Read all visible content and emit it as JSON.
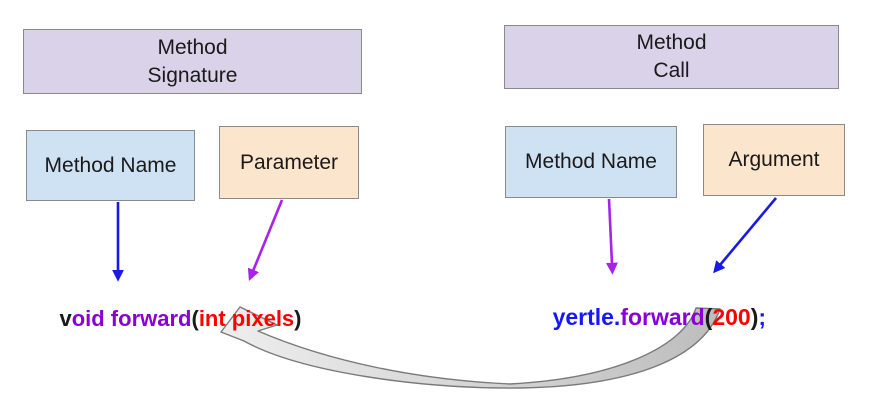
{
  "signature_group": {
    "title_line1": "Method",
    "title_line2": "Signature",
    "method_name_label": "Method Name",
    "parameter_label": "Parameter",
    "code_segments": [
      {
        "text": "v",
        "color": "#1a1a1a"
      },
      {
        "text": "oid forward",
        "color": "#8800d4"
      },
      {
        "text": "(",
        "color": "#1a1a1a"
      },
      {
        "text": "int pixels",
        "color": "#ff0000"
      },
      {
        "text": ")",
        "color": "#1a1a1a"
      }
    ]
  },
  "call_group": {
    "title_line1": "Method",
    "title_line2": "Call",
    "method_name_label": "Method Name",
    "argument_label": "Argument",
    "code_segments": [
      {
        "text": "yertle.",
        "color": "#1616ff"
      },
      {
        "text": "forward",
        "color": "#8800d4"
      },
      {
        "text": "(",
        "color": "#1a1a1a"
      },
      {
        "text": "200",
        "color": "#ff0000"
      },
      {
        "text": ")",
        "color": "#1a1a1a"
      },
      {
        "text": ";",
        "color": "#1616ff"
      }
    ]
  },
  "colors": {
    "box_lavender": "#d9d2e9",
    "box_blue": "#cfe2f3",
    "box_peach": "#fce5cd",
    "box_border": "#8a8a8a",
    "arrow_blue": "#1a1ae6",
    "arrow_purple": "#a722ea",
    "swoosh_light": "#ededed",
    "swoosh_dark": "#bdbdbd",
    "swoosh_border": "#7a7a7a"
  }
}
